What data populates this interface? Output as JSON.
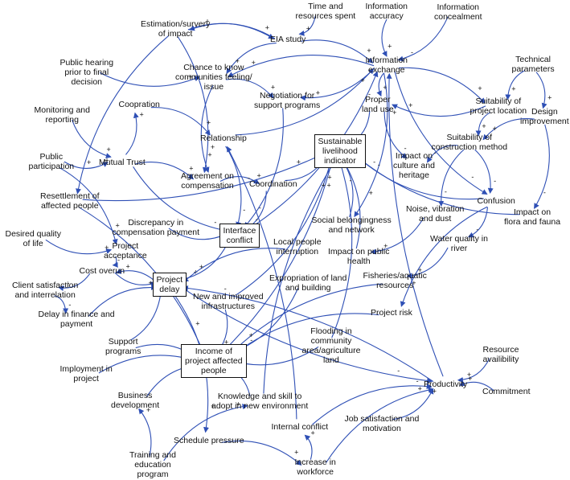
{
  "diagram": {
    "type": "causal loop diagram",
    "colors": {
      "arrow": "#2e4fb5",
      "text": "#111111",
      "box_border": "#111111",
      "background": "#ffffff"
    },
    "nodes": [
      {
        "id": "time_resources",
        "label": "Time and\nresources spent",
        "boxed": false
      },
      {
        "id": "information_accuracy",
        "label": "Information\naccuracy",
        "boxed": false
      },
      {
        "id": "information_concealment",
        "label": "Information\nconcealment",
        "boxed": false
      },
      {
        "id": "estimation_survey",
        "label": "Estimation/survery\nof impact",
        "boxed": false
      },
      {
        "id": "eia_study",
        "label": "EIA study",
        "boxed": false
      },
      {
        "id": "information_exchange",
        "label": "Information\nexchange",
        "boxed": false
      },
      {
        "id": "technical_parameters",
        "label": "Technical\nparameters",
        "boxed": false
      },
      {
        "id": "public_hearing",
        "label": "Public hearing\nprior to final\ndecision",
        "boxed": false
      },
      {
        "id": "chance_to_know",
        "label": "Chance to know\ncommunities feeling/\nissue",
        "boxed": false
      },
      {
        "id": "negotiation",
        "label": "Negotiation for\nsupport programs",
        "boxed": false
      },
      {
        "id": "proper_land_use",
        "label": "Proper\nland use",
        "boxed": false
      },
      {
        "id": "suitability_location",
        "label": "Suitability of\nproject location",
        "boxed": false
      },
      {
        "id": "design_improvement",
        "label": "Design\nimprovement",
        "boxed": false
      },
      {
        "id": "monitoring",
        "label": "Monitoring and\nreporting",
        "boxed": false
      },
      {
        "id": "cooperation",
        "label": "Coopration",
        "boxed": false
      },
      {
        "id": "relationship",
        "label": "Relationship",
        "boxed": false
      },
      {
        "id": "sustainable_livelihood",
        "label": "Sustainable\nlivelihood\nindicator",
        "boxed": true
      },
      {
        "id": "suitability_construction",
        "label": "Suitability of\nconstruction method",
        "boxed": false
      },
      {
        "id": "public_participation",
        "label": "Public\nparticipation",
        "boxed": false
      },
      {
        "id": "mutual_trust",
        "label": "Mutual Trust",
        "boxed": false
      },
      {
        "id": "agreement_compensation",
        "label": "Agreement on\ncompensation",
        "boxed": false
      },
      {
        "id": "coordination",
        "label": "Coordination",
        "boxed": false
      },
      {
        "id": "impact_culture",
        "label": "Impact on\nculture and\nheritage",
        "boxed": false
      },
      {
        "id": "resettlement",
        "label": "Resettlement of\naffected people",
        "boxed": false
      },
      {
        "id": "confusion",
        "label": "Confusion",
        "boxed": false
      },
      {
        "id": "discrepancy",
        "label": "Discrepancy in\ncompensation payment",
        "boxed": false
      },
      {
        "id": "noise_vibration",
        "label": "Noise, vibration\nand dust",
        "boxed": false
      },
      {
        "id": "social_belonging",
        "label": "Social belongingness\nand network",
        "boxed": false
      },
      {
        "id": "impact_flora",
        "label": "Impact on\nflora and fauna",
        "boxed": false
      },
      {
        "id": "desired_quality",
        "label": "Desired quality\nof life",
        "boxed": false
      },
      {
        "id": "interface_conflict",
        "label": "Interface\nconflict",
        "boxed": true
      },
      {
        "id": "project_acceptance",
        "label": "Project\nacceptance",
        "boxed": false
      },
      {
        "id": "local_interruption",
        "label": "Local people\ninterruption",
        "boxed": false
      },
      {
        "id": "water_quality",
        "label": "Water quality in\nriver",
        "boxed": false
      },
      {
        "id": "impact_health",
        "label": "Impact on public\nhealth",
        "boxed": false
      },
      {
        "id": "cost_overrun",
        "label": "Cost overun",
        "boxed": false
      },
      {
        "id": "expropriation",
        "label": "Expropriation of land\nand building",
        "boxed": false
      },
      {
        "id": "fisheries",
        "label": "Fisheries/aquatic\nresources",
        "boxed": false
      },
      {
        "id": "client_satisfaction",
        "label": "Client satisfaction\nand interrelation",
        "boxed": false
      },
      {
        "id": "project_delay",
        "label": "Project\ndelay",
        "boxed": true
      },
      {
        "id": "new_infrastructures",
        "label": "New and improved\ninfrastructures",
        "boxed": false
      },
      {
        "id": "delay_finance",
        "label": "Delay in finance and\npayment",
        "boxed": false
      },
      {
        "id": "project_risk",
        "label": "Project risk",
        "boxed": false
      },
      {
        "id": "support_programs",
        "label": "Support\nprograms",
        "boxed": false
      },
      {
        "id": "flooding",
        "label": "Flooding in\ncommunity\narea/agriculture\nland",
        "boxed": false
      },
      {
        "id": "income",
        "label": "Income of\nproject affected\npeople",
        "boxed": true
      },
      {
        "id": "resource_availability",
        "label": "Resource\navailibility",
        "boxed": false
      },
      {
        "id": "employment",
        "label": "Imployment in\nproject",
        "boxed": false
      },
      {
        "id": "productivity",
        "label": "Productivity",
        "boxed": false
      },
      {
        "id": "commitment",
        "label": "Commitment",
        "boxed": false
      },
      {
        "id": "business_development",
        "label": "Business\ndevelopment",
        "boxed": false
      },
      {
        "id": "knowledge_skill",
        "label": "Knowledge and skill to\nadopt in new environment",
        "boxed": false
      },
      {
        "id": "job_satisfaction",
        "label": "Job satisfaction and\nmotivation",
        "boxed": false
      },
      {
        "id": "internal_conflict",
        "label": "Internal conflict",
        "boxed": false
      },
      {
        "id": "schedule_pressure",
        "label": "Schedule pressure",
        "boxed": false
      },
      {
        "id": "training",
        "label": "Training and\neducation\nprogram",
        "boxed": false
      },
      {
        "id": "increase_workforce",
        "label": "Increase in\nworkforce",
        "boxed": false
      }
    ],
    "links": [
      {
        "from": "time_resources",
        "to": "eia_study",
        "polarity": "+"
      },
      {
        "from": "information_accuracy",
        "to": "information_exchange",
        "polarity": "+"
      },
      {
        "from": "information_concealment",
        "to": "information_exchange",
        "polarity": "-"
      },
      {
        "from": "eia_study",
        "to": "estimation_survey",
        "polarity": "+"
      },
      {
        "from": "eia_study",
        "to": "information_exchange",
        "polarity": "+"
      },
      {
        "from": "eia_study",
        "to": "chance_to_know",
        "polarity": "+"
      },
      {
        "from": "estimation_survey",
        "to": "eia_study",
        "polarity": "+"
      },
      {
        "from": "estimation_survey",
        "to": "resettlement",
        "polarity": "+"
      },
      {
        "from": "estimation_survey",
        "to": "agreement_compensation",
        "polarity": "+"
      },
      {
        "from": "information_exchange",
        "to": "chance_to_know",
        "polarity": "+"
      },
      {
        "from": "information_exchange",
        "to": "negotiation",
        "polarity": "+"
      },
      {
        "from": "information_exchange",
        "to": "proper_land_use",
        "polarity": "+"
      },
      {
        "from": "information_exchange",
        "to": "suitability_location",
        "polarity": "+"
      },
      {
        "from": "information_exchange",
        "to": "confusion",
        "polarity": "-"
      },
      {
        "from": "information_exchange",
        "to": "social_belonging",
        "polarity": "+"
      },
      {
        "from": "technical_parameters",
        "to": "suitability_location",
        "polarity": "+"
      },
      {
        "from": "technical_parameters",
        "to": "design_improvement",
        "polarity": "+"
      },
      {
        "from": "public_hearing",
        "to": "chance_to_know",
        "polarity": "+"
      },
      {
        "from": "chance_to_know",
        "to": "negotiation",
        "polarity": "+"
      },
      {
        "from": "chance_to_know",
        "to": "agreement_compensation",
        "polarity": "+"
      },
      {
        "from": "negotiation",
        "to": "interface_conflict",
        "polarity": "-"
      },
      {
        "from": "proper_land_use",
        "to": "impact_culture",
        "polarity": "-"
      },
      {
        "from": "proper_land_use",
        "to": "sustainable_livelihood",
        "polarity": "+"
      },
      {
        "from": "suitability_location",
        "to": "suitability_construction",
        "polarity": "+"
      },
      {
        "from": "suitability_location",
        "to": "proper_land_use",
        "polarity": "+"
      },
      {
        "from": "design_improvement",
        "to": "suitability_construction",
        "polarity": "+"
      },
      {
        "from": "design_improvement",
        "to": "impact_flora",
        "polarity": "-"
      },
      {
        "from": "monitoring",
        "to": "mutual_trust",
        "polarity": "+"
      },
      {
        "from": "cooperation",
        "to": "relationship",
        "polarity": "+"
      },
      {
        "from": "relationship",
        "to": "information_exchange",
        "polarity": "+"
      },
      {
        "from": "relationship",
        "to": "interface_conflict",
        "polarity": "-"
      },
      {
        "from": "public_participation",
        "to": "mutual_trust",
        "polarity": "+"
      },
      {
        "from": "public_participation",
        "to": "project_acceptance",
        "polarity": "+"
      },
      {
        "from": "mutual_trust",
        "to": "cooperation",
        "polarity": "+"
      },
      {
        "from": "mutual_trust",
        "to": "agreement_compensation",
        "polarity": "+"
      },
      {
        "from": "mutual_trust",
        "to": "interface_conflict",
        "polarity": "-"
      },
      {
        "from": "agreement_compensation",
        "to": "coordination",
        "polarity": "+"
      },
      {
        "from": "coordination",
        "to": "sustainable_livelihood",
        "polarity": "+"
      },
      {
        "from": "coordination",
        "to": "interface_conflict",
        "polarity": "-"
      },
      {
        "from": "suitability_construction",
        "to": "noise_vibration",
        "polarity": "-"
      },
      {
        "from": "suitability_construction",
        "to": "confusion",
        "polarity": "-"
      },
      {
        "from": "suitability_construction",
        "to": "impact_culture",
        "polarity": "-"
      },
      {
        "from": "confusion",
        "to": "sustainable_livelihood",
        "polarity": "-"
      },
      {
        "from": "confusion",
        "to": "project_risk",
        "polarity": "+"
      },
      {
        "from": "confusion",
        "to": "water_quality",
        "polarity": "-"
      },
      {
        "from": "resettlement",
        "to": "sustainable_livelihood",
        "polarity": "+"
      },
      {
        "from": "resettlement",
        "to": "income",
        "polarity": "+"
      },
      {
        "from": "discrepancy",
        "to": "interface_conflict",
        "polarity": "+"
      },
      {
        "from": "noise_vibration",
        "to": "impact_health",
        "polarity": "+"
      },
      {
        "from": "social_belonging",
        "to": "sustainable_livelihood",
        "polarity": "+"
      },
      {
        "from": "impact_flora",
        "to": "sustainable_livelihood",
        "polarity": "-"
      },
      {
        "from": "desired_quality",
        "to": "project_acceptance",
        "polarity": "+"
      },
      {
        "from": "interface_conflict",
        "to": "project_delay",
        "polarity": "+"
      },
      {
        "from": "interface_conflict",
        "to": "information_exchange",
        "polarity": "-"
      },
      {
        "from": "project_acceptance",
        "to": "cost_overrun",
        "polarity": "-"
      },
      {
        "from": "local_interruption",
        "to": "project_delay",
        "polarity": "+"
      },
      {
        "from": "water_quality",
        "to": "fisheries",
        "polarity": "+"
      },
      {
        "from": "impact_health",
        "to": "sustainable_livelihood",
        "polarity": "-"
      },
      {
        "from": "cost_overrun",
        "to": "client_satisfaction",
        "polarity": "-"
      },
      {
        "from": "cost_overrun",
        "to": "project_delay",
        "polarity": "+"
      },
      {
        "from": "expropriation",
        "to": "income",
        "polarity": "-"
      },
      {
        "from": "fisheries",
        "to": "income",
        "polarity": "+"
      },
      {
        "from": "client_satisfaction",
        "to": "delay_finance",
        "polarity": "-"
      },
      {
        "from": "project_delay",
        "to": "cost_overrun",
        "polarity": "+"
      },
      {
        "from": "project_delay",
        "to": "schedule_pressure",
        "polarity": "+"
      },
      {
        "from": "project_delay",
        "to": "productivity",
        "polarity": "-"
      },
      {
        "from": "new_infrastructures",
        "to": "income",
        "polarity": "+"
      },
      {
        "from": "new_infrastructures",
        "to": "sustainable_livelihood",
        "polarity": "+"
      },
      {
        "from": "delay_finance",
        "to": "project_delay",
        "polarity": "+"
      },
      {
        "from": "project_risk",
        "to": "income",
        "polarity": "-"
      },
      {
        "from": "support_programs",
        "to": "income",
        "polarity": "+"
      },
      {
        "from": "support_programs",
        "to": "project_delay",
        "polarity": "-"
      },
      {
        "from": "flooding",
        "to": "income",
        "polarity": "-"
      },
      {
        "from": "flooding",
        "to": "sustainable_livelihood",
        "polarity": "-"
      },
      {
        "from": "employment",
        "to": "income",
        "polarity": "+"
      },
      {
        "from": "income",
        "to": "sustainable_livelihood",
        "polarity": "+"
      },
      {
        "from": "resource_availability",
        "to": "productivity",
        "polarity": "+"
      },
      {
        "from": "commitment",
        "to": "productivity",
        "polarity": "+"
      },
      {
        "from": "business_development",
        "to": "income",
        "polarity": "+"
      },
      {
        "from": "knowledge_skill",
        "to": "income",
        "polarity": "+"
      },
      {
        "from": "knowledge_skill",
        "to": "sustainable_livelihood",
        "polarity": "+"
      },
      {
        "from": "job_satisfaction",
        "to": "productivity",
        "polarity": "+"
      },
      {
        "from": "internal_conflict",
        "to": "productivity",
        "polarity": "-"
      },
      {
        "from": "internal_conflict",
        "to": "relationship",
        "polarity": "-"
      },
      {
        "from": "schedule_pressure",
        "to": "increase_workforce",
        "polarity": "+"
      },
      {
        "from": "training",
        "to": "business_development",
        "polarity": "+"
      },
      {
        "from": "training",
        "to": "knowledge_skill",
        "polarity": "+"
      },
      {
        "from": "increase_workforce",
        "to": "internal_conflict",
        "polarity": "+"
      },
      {
        "from": "increase_workforce",
        "to": "productivity",
        "polarity": "+"
      },
      {
        "from": "productivity",
        "to": "project_delay",
        "polarity": "-"
      },
      {
        "from": "productivity",
        "to": "information_exchange",
        "polarity": "+"
      }
    ]
  }
}
